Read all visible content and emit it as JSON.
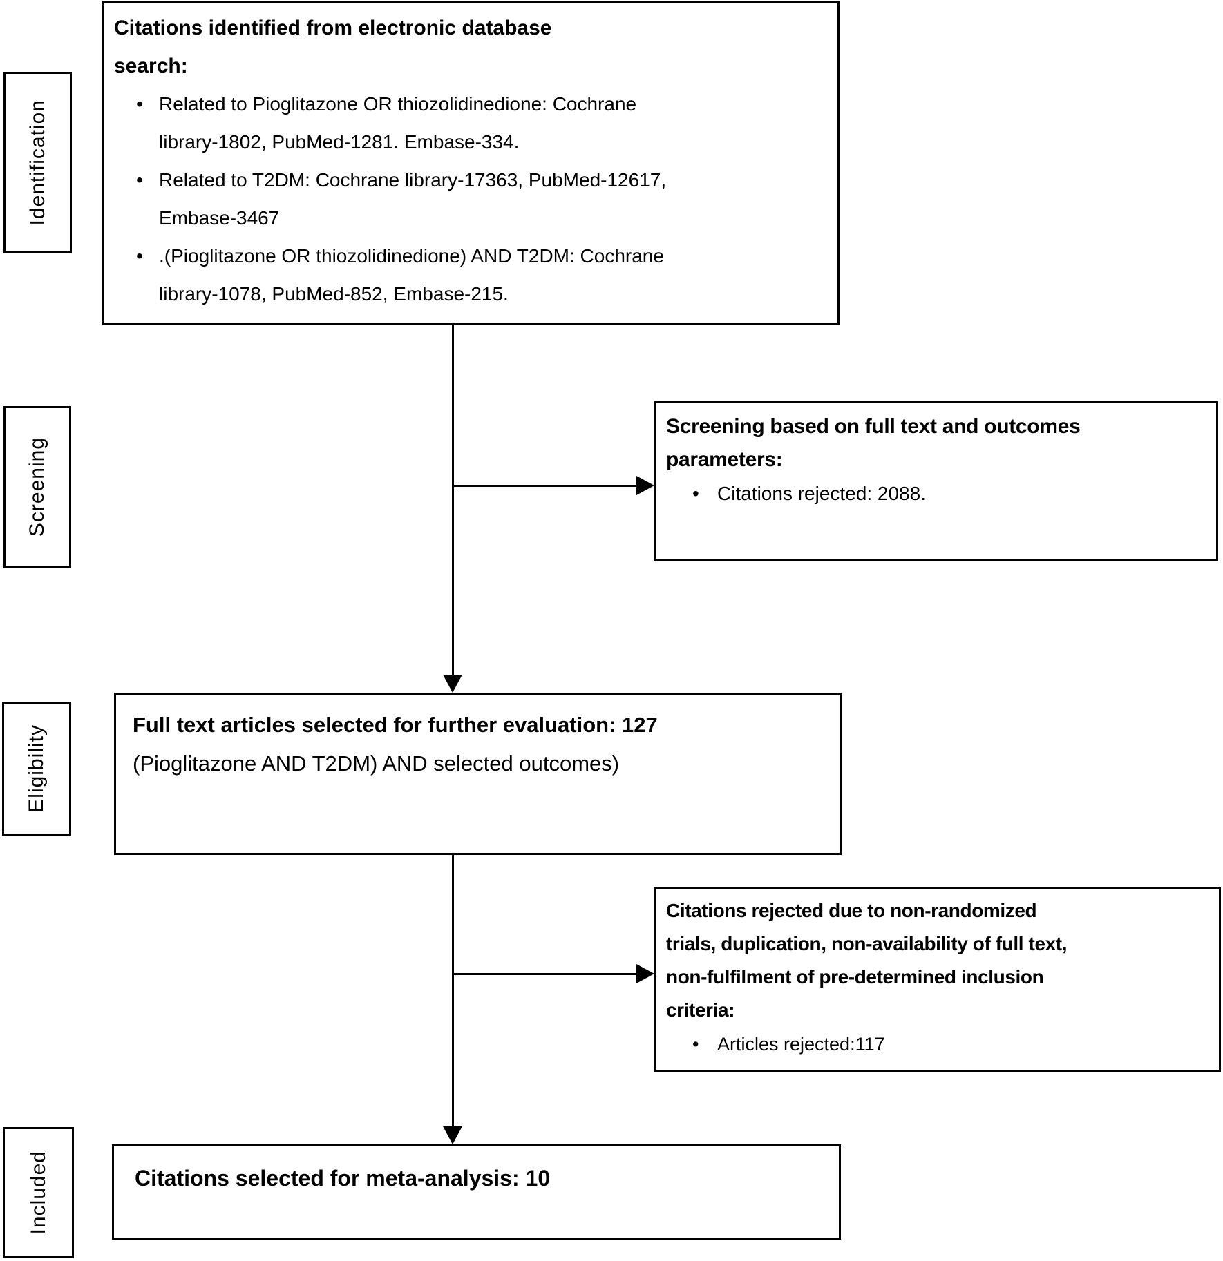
{
  "flowchart": {
    "bullet_glyph": "•",
    "stages": [
      {
        "label": "Identification"
      },
      {
        "label": "Screening"
      },
      {
        "label": "Eligibility"
      },
      {
        "label": "Included"
      }
    ],
    "identification_box": {
      "title_lines": [
        "Citations identified from electronic database",
        "search:"
      ],
      "bullets": [
        {
          "lines": [
            "Related to Pioglitazone OR thiozolidinedione: Cochrane",
            "library-1802, PubMed-1281. Embase-334."
          ]
        },
        {
          "lines": [
            "Related to T2DM: Cochrane library-17363, PubMed-12617,",
            "Embase-3467"
          ]
        },
        {
          "lines": [
            ".(Pioglitazone OR thiozolidinedione) AND T2DM: Cochrane",
            "library-1078, PubMed-852, Embase-215."
          ]
        }
      ]
    },
    "screening_box": {
      "title_lines": [
        "Screening based on full text and outcomes",
        "parameters:"
      ],
      "bullets": [
        {
          "lines": [
            "Citations rejected: 2088."
          ]
        }
      ]
    },
    "eligibility_box": {
      "title": "Full text articles selected for further evaluation: 127",
      "subtitle": "(Pioglitazone AND T2DM) AND selected outcomes)"
    },
    "rejection_box": {
      "title_lines": [
        "Citations rejected due to non-randomized",
        "trials, duplication, non-availability of full text,",
        "non-fulfilment of pre-determined inclusion",
        "criteria:"
      ],
      "bullets": [
        {
          "lines": [
            "Articles rejected:117"
          ]
        }
      ]
    },
    "included_box": {
      "title": "Citations selected for meta-analysis: 10"
    }
  }
}
